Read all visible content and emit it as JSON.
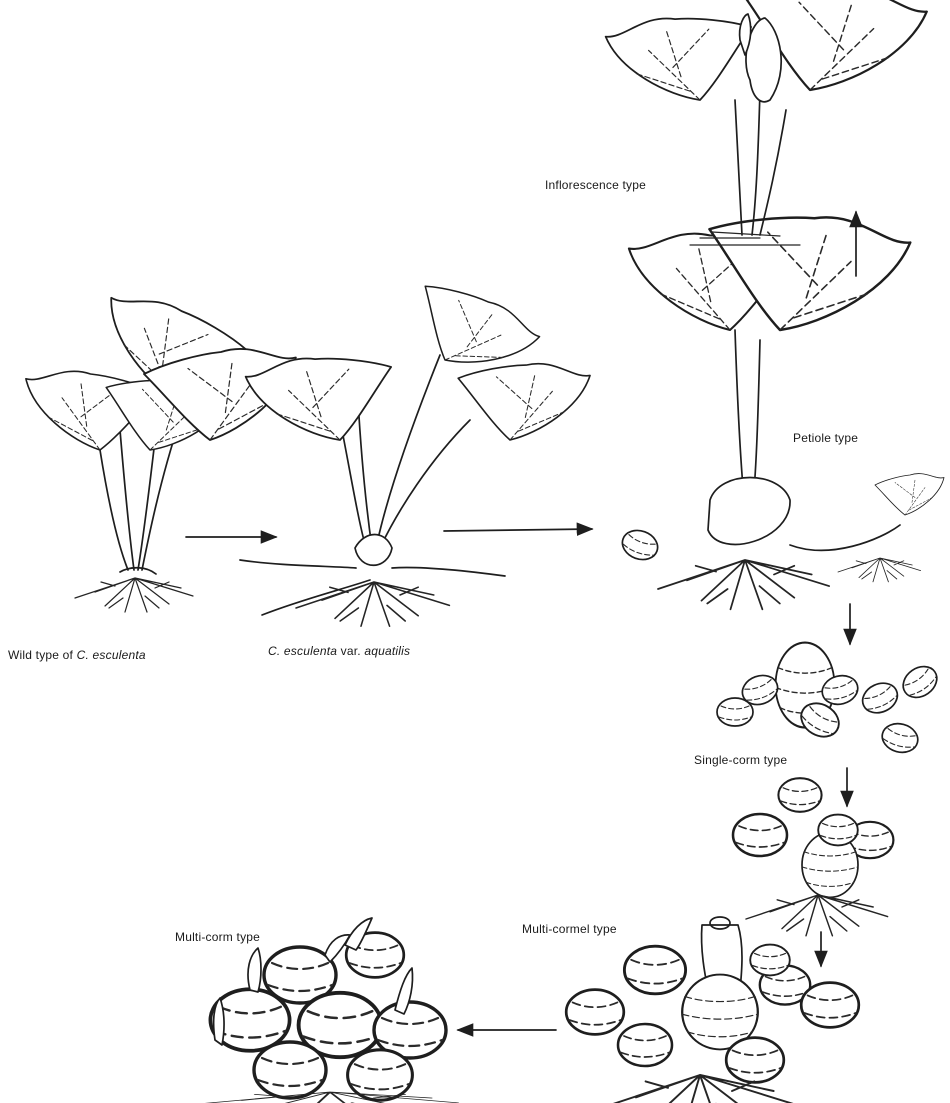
{
  "labels": {
    "inflorescence": "Inflorescence type",
    "petiole": "Petiole type",
    "wild_prefix": "Wild type of ",
    "wild_species": "C. esculenta",
    "aquatilis_species": "C. esculenta",
    "aquatilis_var": " var. ",
    "aquatilis_name": "aquatilis",
    "single_corm": "Single-corm type",
    "multi_cormel": "Multi-cormel type",
    "multi_corm": "Multi-corm type"
  }
}
